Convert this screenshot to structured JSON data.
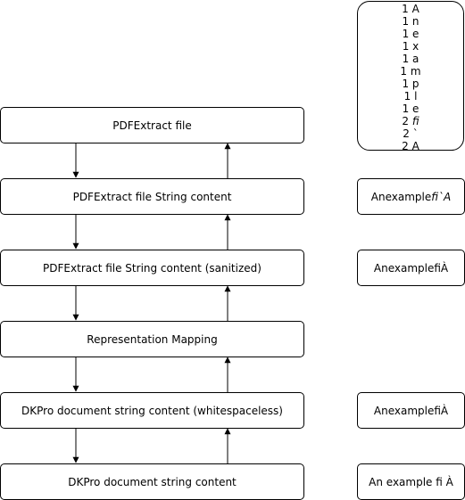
{
  "pipeline": [
    {
      "label": "PDFExtract file",
      "side": ""
    },
    {
      "label": "PDFExtract file String content",
      "side": "Anexample",
      "side_italic": "fi`A"
    },
    {
      "label": "PDFExtract file String content (sanitized)",
      "side": "AnexamplefiÀ"
    },
    {
      "label": "Representation Mapping",
      "side": ""
    },
    {
      "label": "DKPro document string content (whitespaceless)",
      "side": "AnexamplefiÀ"
    },
    {
      "label": "DKPro document string content",
      "side": "An example fi À"
    }
  ],
  "char_counts": [
    {
      "count": "1",
      "char": "A",
      "italic": false
    },
    {
      "count": "1",
      "char": "n",
      "italic": false
    },
    {
      "count": "1",
      "char": "e",
      "italic": false
    },
    {
      "count": "1",
      "char": "x",
      "italic": false
    },
    {
      "count": "1",
      "char": "a",
      "italic": false
    },
    {
      "count": "1",
      "char": "m",
      "italic": false
    },
    {
      "count": "1",
      "char": "p",
      "italic": false
    },
    {
      "count": "1",
      "char": "l",
      "italic": false
    },
    {
      "count": "1",
      "char": "e",
      "italic": false
    },
    {
      "count": "2",
      "char": "fi",
      "italic": true
    },
    {
      "count": "2",
      "char": "`",
      "italic": false
    },
    {
      "count": "2",
      "char": "A",
      "italic": false
    }
  ]
}
